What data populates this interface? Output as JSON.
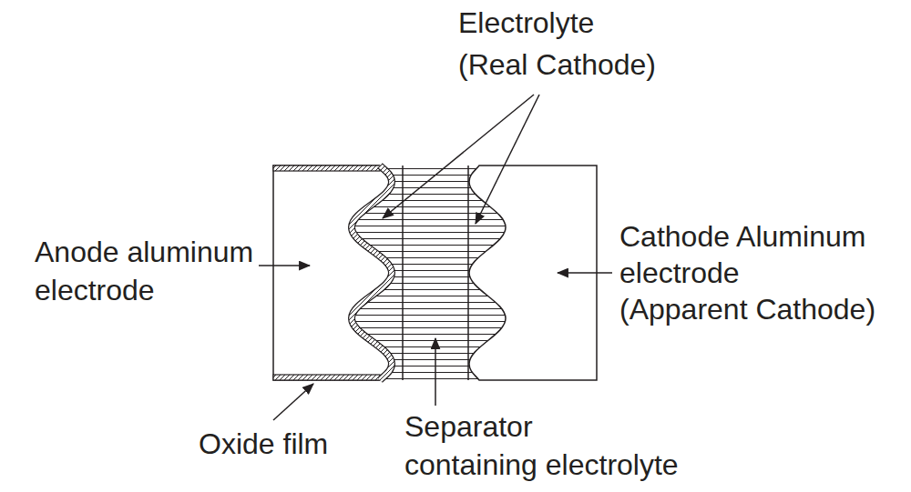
{
  "diagram": {
    "labels": [
      "Electrolyte (Real Cathode)",
      "Anode aluminum electrode",
      "Cathode Aluminum electrode (Apparent Cathode)",
      "Oxide film",
      "Separator containing electrolyte"
    ]
  }
}
